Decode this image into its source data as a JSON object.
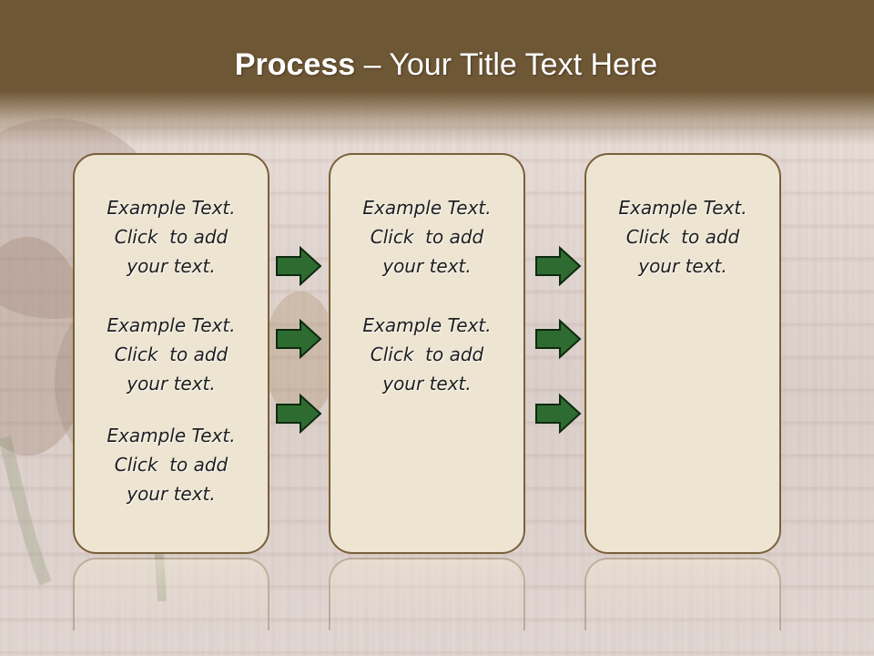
{
  "title": {
    "bold": "Process",
    "rest": "  – Your Title Text Here"
  },
  "boxes": [
    {
      "blocks": [
        {
          "line1": "Example Text.",
          "line2": "Click  to add",
          "line3": "your text."
        },
        {
          "line1": "Example Text.",
          "line2": "Click  to add",
          "line3": "your text."
        },
        {
          "line1": "Example Text.",
          "line2": "Click  to add",
          "line3": "your text."
        }
      ]
    },
    {
      "blocks": [
        {
          "line1": "Example Text.",
          "line2": "Click  to add",
          "line3": "your text."
        },
        {
          "line1": "Example Text.",
          "line2": "Click  to add",
          "line3": "your text."
        }
      ]
    },
    {
      "blocks": [
        {
          "line1": "Example Text.",
          "line2": "Click  to add",
          "line3": "your text."
        }
      ]
    }
  ],
  "colors": {
    "header": "#6e5735",
    "box_fill": "#ede4d2",
    "box_border": "#7a6038",
    "arrow_fill": "#2e6b30",
    "arrow_stroke": "#0d2a10"
  },
  "icons": [
    "arrow-right-icon"
  ]
}
